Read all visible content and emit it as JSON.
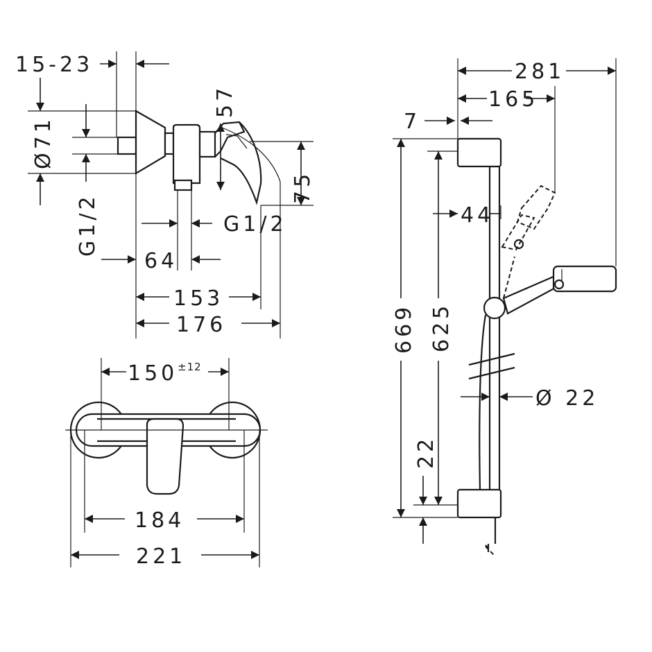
{
  "side_view": {
    "dim_15_23": "15-23",
    "dim_57": "57",
    "dim_d71": "Ø71",
    "dim_75": "75",
    "dim_g12_left": "G1/2",
    "dim_g12_right": "G1/2",
    "dim_64": "64",
    "dim_153": "153",
    "dim_176": "176"
  },
  "front_view": {
    "dim_150": "150",
    "dim_150_tol": "±12",
    "dim_184": "184",
    "dim_221": "221"
  },
  "shower_set": {
    "dim_281": "281",
    "dim_165": "165",
    "dim_7": "7",
    "dim_44": "44",
    "dim_669": "669",
    "dim_625": "625",
    "dim_d22": "Ø 22",
    "dim_22": "22"
  }
}
